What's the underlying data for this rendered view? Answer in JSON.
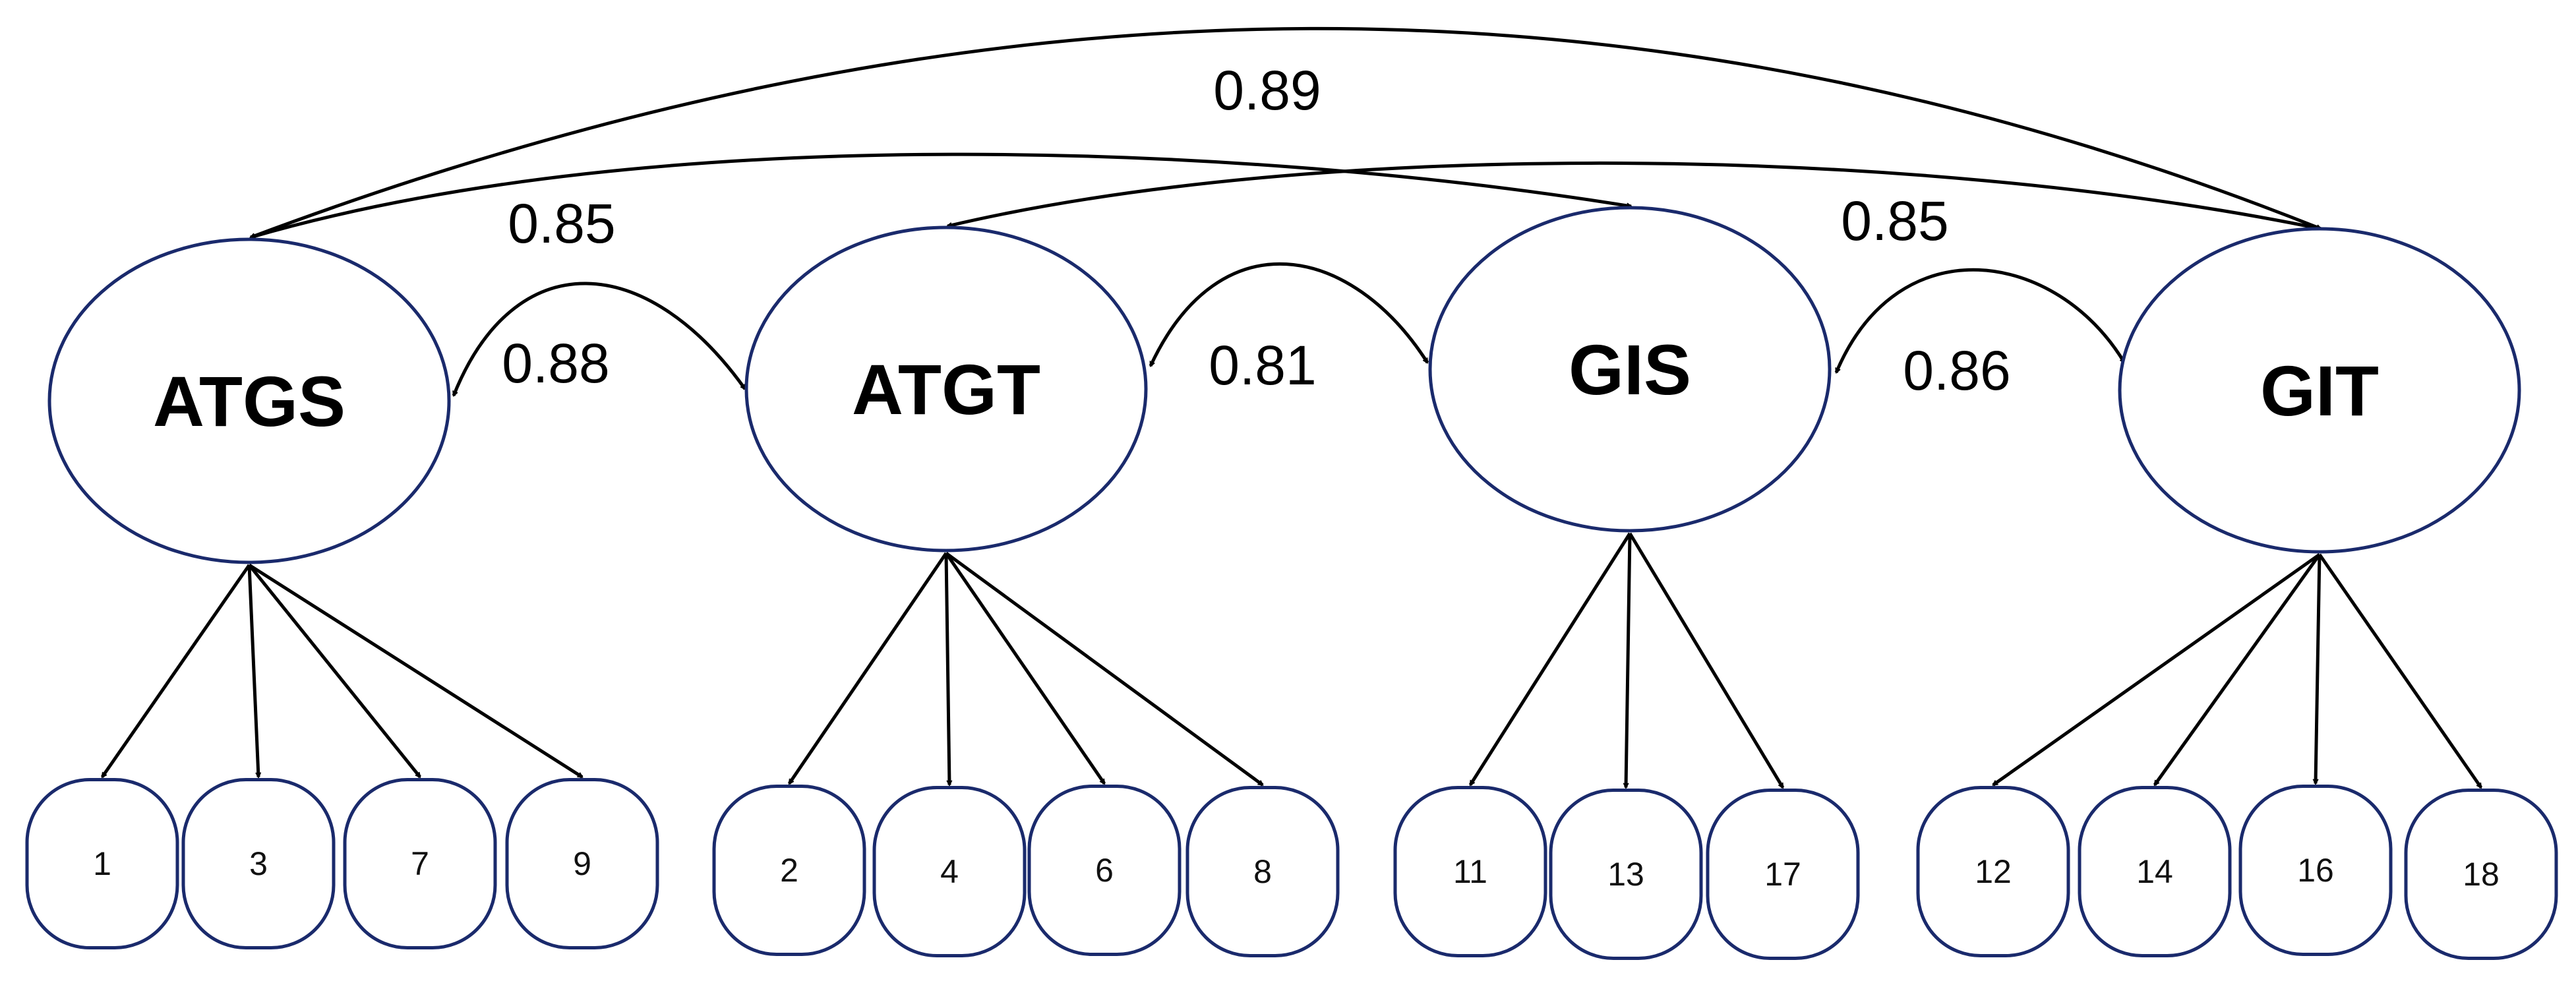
{
  "diagram": {
    "colors": {
      "node_stroke": "#1a2a6c",
      "arrow": "#000000",
      "text": "#000000"
    },
    "latent_factors": [
      {
        "id": "ATGS",
        "label": "ATGS"
      },
      {
        "id": "ATGT",
        "label": "ATGT"
      },
      {
        "id": "GIS",
        "label": "GIS"
      },
      {
        "id": "GIT",
        "label": "GIT"
      }
    ],
    "indicators": [
      {
        "factor": "ATGS",
        "label": "1"
      },
      {
        "factor": "ATGS",
        "label": "3"
      },
      {
        "factor": "ATGS",
        "label": "7"
      },
      {
        "factor": "ATGS",
        "label": "9"
      },
      {
        "factor": "ATGT",
        "label": "2"
      },
      {
        "factor": "ATGT",
        "label": "4"
      },
      {
        "factor": "ATGT",
        "label": "6"
      },
      {
        "factor": "ATGT",
        "label": "8"
      },
      {
        "factor": "GIS",
        "label": "11"
      },
      {
        "factor": "GIS",
        "label": "13"
      },
      {
        "factor": "GIS",
        "label": "17"
      },
      {
        "factor": "GIT",
        "label": "12"
      },
      {
        "factor": "GIT",
        "label": "14"
      },
      {
        "factor": "GIT",
        "label": "16"
      },
      {
        "factor": "GIT",
        "label": "18"
      }
    ],
    "correlations": [
      {
        "from": "ATGS",
        "to": "ATGT",
        "value": "0.88"
      },
      {
        "from": "ATGT",
        "to": "GIS",
        "value": "0.81"
      },
      {
        "from": "GIS",
        "to": "GIT",
        "value": "0.86"
      },
      {
        "from": "ATGS",
        "to": "GIS",
        "value": "0.85"
      },
      {
        "from": "ATGT",
        "to": "GIT",
        "value": "0.85"
      },
      {
        "from": "ATGS",
        "to": "GIT",
        "value": "0.89"
      }
    ]
  }
}
